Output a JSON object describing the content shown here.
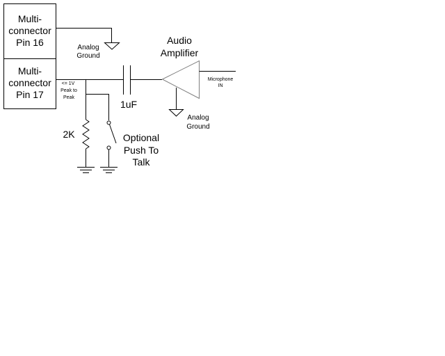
{
  "connectors": {
    "pin16": {
      "line1": "Multi-",
      "line2": "connector",
      "line3": "Pin 16"
    },
    "pin17": {
      "line1": "Multi-",
      "line2": "connector",
      "line3": "Pin 17"
    }
  },
  "labels": {
    "analog_ground_top": {
      "line1": "Analog",
      "line2": "Ground"
    },
    "analog_ground_amp": {
      "line1": "Analog",
      "line2": "Ground"
    },
    "signal_level": {
      "line1": "<= 1V",
      "line2": "Peak to",
      "line3": "Peak"
    },
    "capacitor": "1uF",
    "resistor": "2K",
    "amplifier": {
      "line1": "Audio",
      "line2": "Amplifier"
    },
    "mic_in": {
      "line1": "Microphone",
      "line2": "IN"
    },
    "ptt": {
      "line1": "Optional",
      "line2": "Push To",
      "line3": "Talk"
    }
  },
  "colors": {
    "line": "#000000",
    "amplifier_outline": "#7f7f7f",
    "background": "#ffffff"
  }
}
